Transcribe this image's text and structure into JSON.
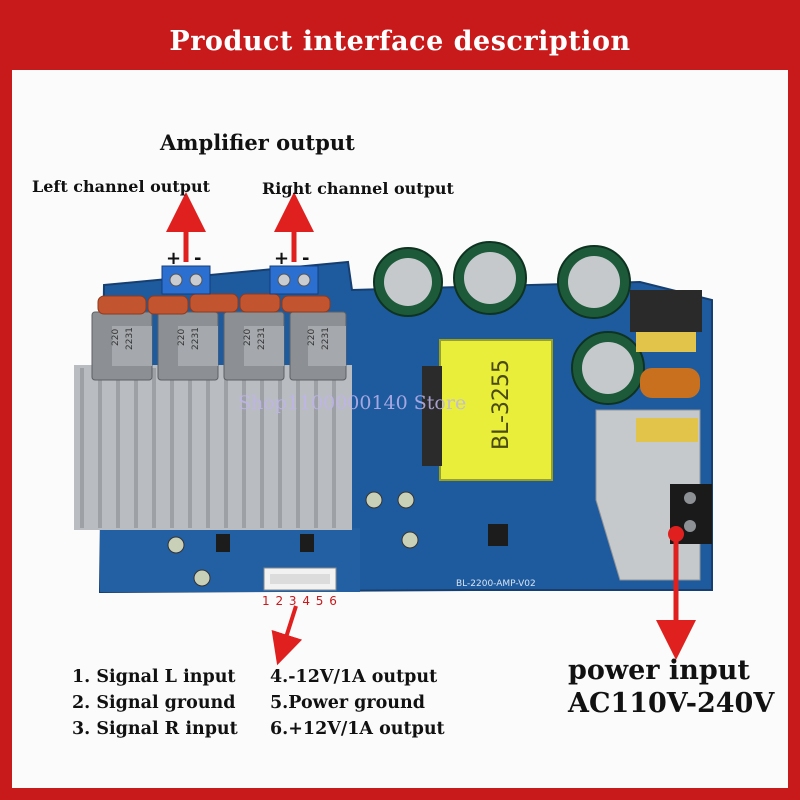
{
  "header": {
    "title": "Product interface description"
  },
  "amplifier": {
    "title": "Amplifier output",
    "left_label": "Left channel output",
    "right_label": "Right channel output",
    "plus": "+",
    "minus": "-"
  },
  "connector": {
    "pins": "1 2 3 4 5 6"
  },
  "pins_left": [
    "1. Signal L input",
    "2. Signal ground",
    "3. Signal R input"
  ],
  "pins_right": [
    "4.-12V/1A output",
    "5.Power ground",
    "6.+12V/1A output"
  ],
  "power": {
    "line1": "power input",
    "line2": "AC110V-240V"
  },
  "board": {
    "silkscreen": "BL-2200-AMP-V02",
    "transformer_text": "BL-3255",
    "module_code_top": "220",
    "module_code_bottom": "2231"
  },
  "watermark": "Shop1100000140 Store",
  "colors": {
    "accent": "#c8191b",
    "pcb": "#1e5b9e",
    "heatsink": "#b9bcc0",
    "transformer": "#e8ee3a"
  }
}
